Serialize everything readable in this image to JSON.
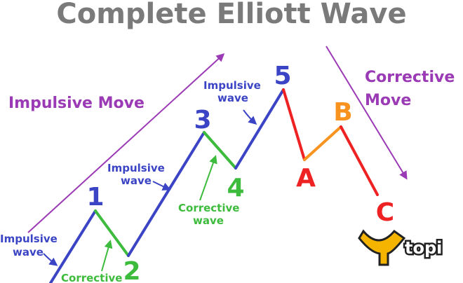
{
  "title": "Complete Elliott Wave",
  "colors": {
    "impulse": "#3b44c4",
    "corrective_wave": "#3dbb3d",
    "correction_red": "#ee2222",
    "correction_orange": "#f7931e",
    "move_purple": "#9b3ab5",
    "title_gray": "#7a7a7a",
    "logo_gold": "#f4b400"
  },
  "labels": {
    "impulsive_move": "Impulsive Move",
    "corrective_move_line1": "Corrective",
    "corrective_move_line2": "Move",
    "impulsive_wave_line1": "Impulsive",
    "impulsive_wave_line2": "wave",
    "corrective_wave_line1": "Corrective",
    "corrective_wave_line2": "wave",
    "corrective_partial": "Corrective"
  },
  "waves": {
    "w1": "1",
    "w2": "2",
    "w3": "3",
    "w4": "4",
    "w5": "5",
    "wA": "A",
    "wB": "B",
    "wC": "C"
  },
  "logo": {
    "text": "topi",
    "icon": "topi-logo-icon"
  }
}
